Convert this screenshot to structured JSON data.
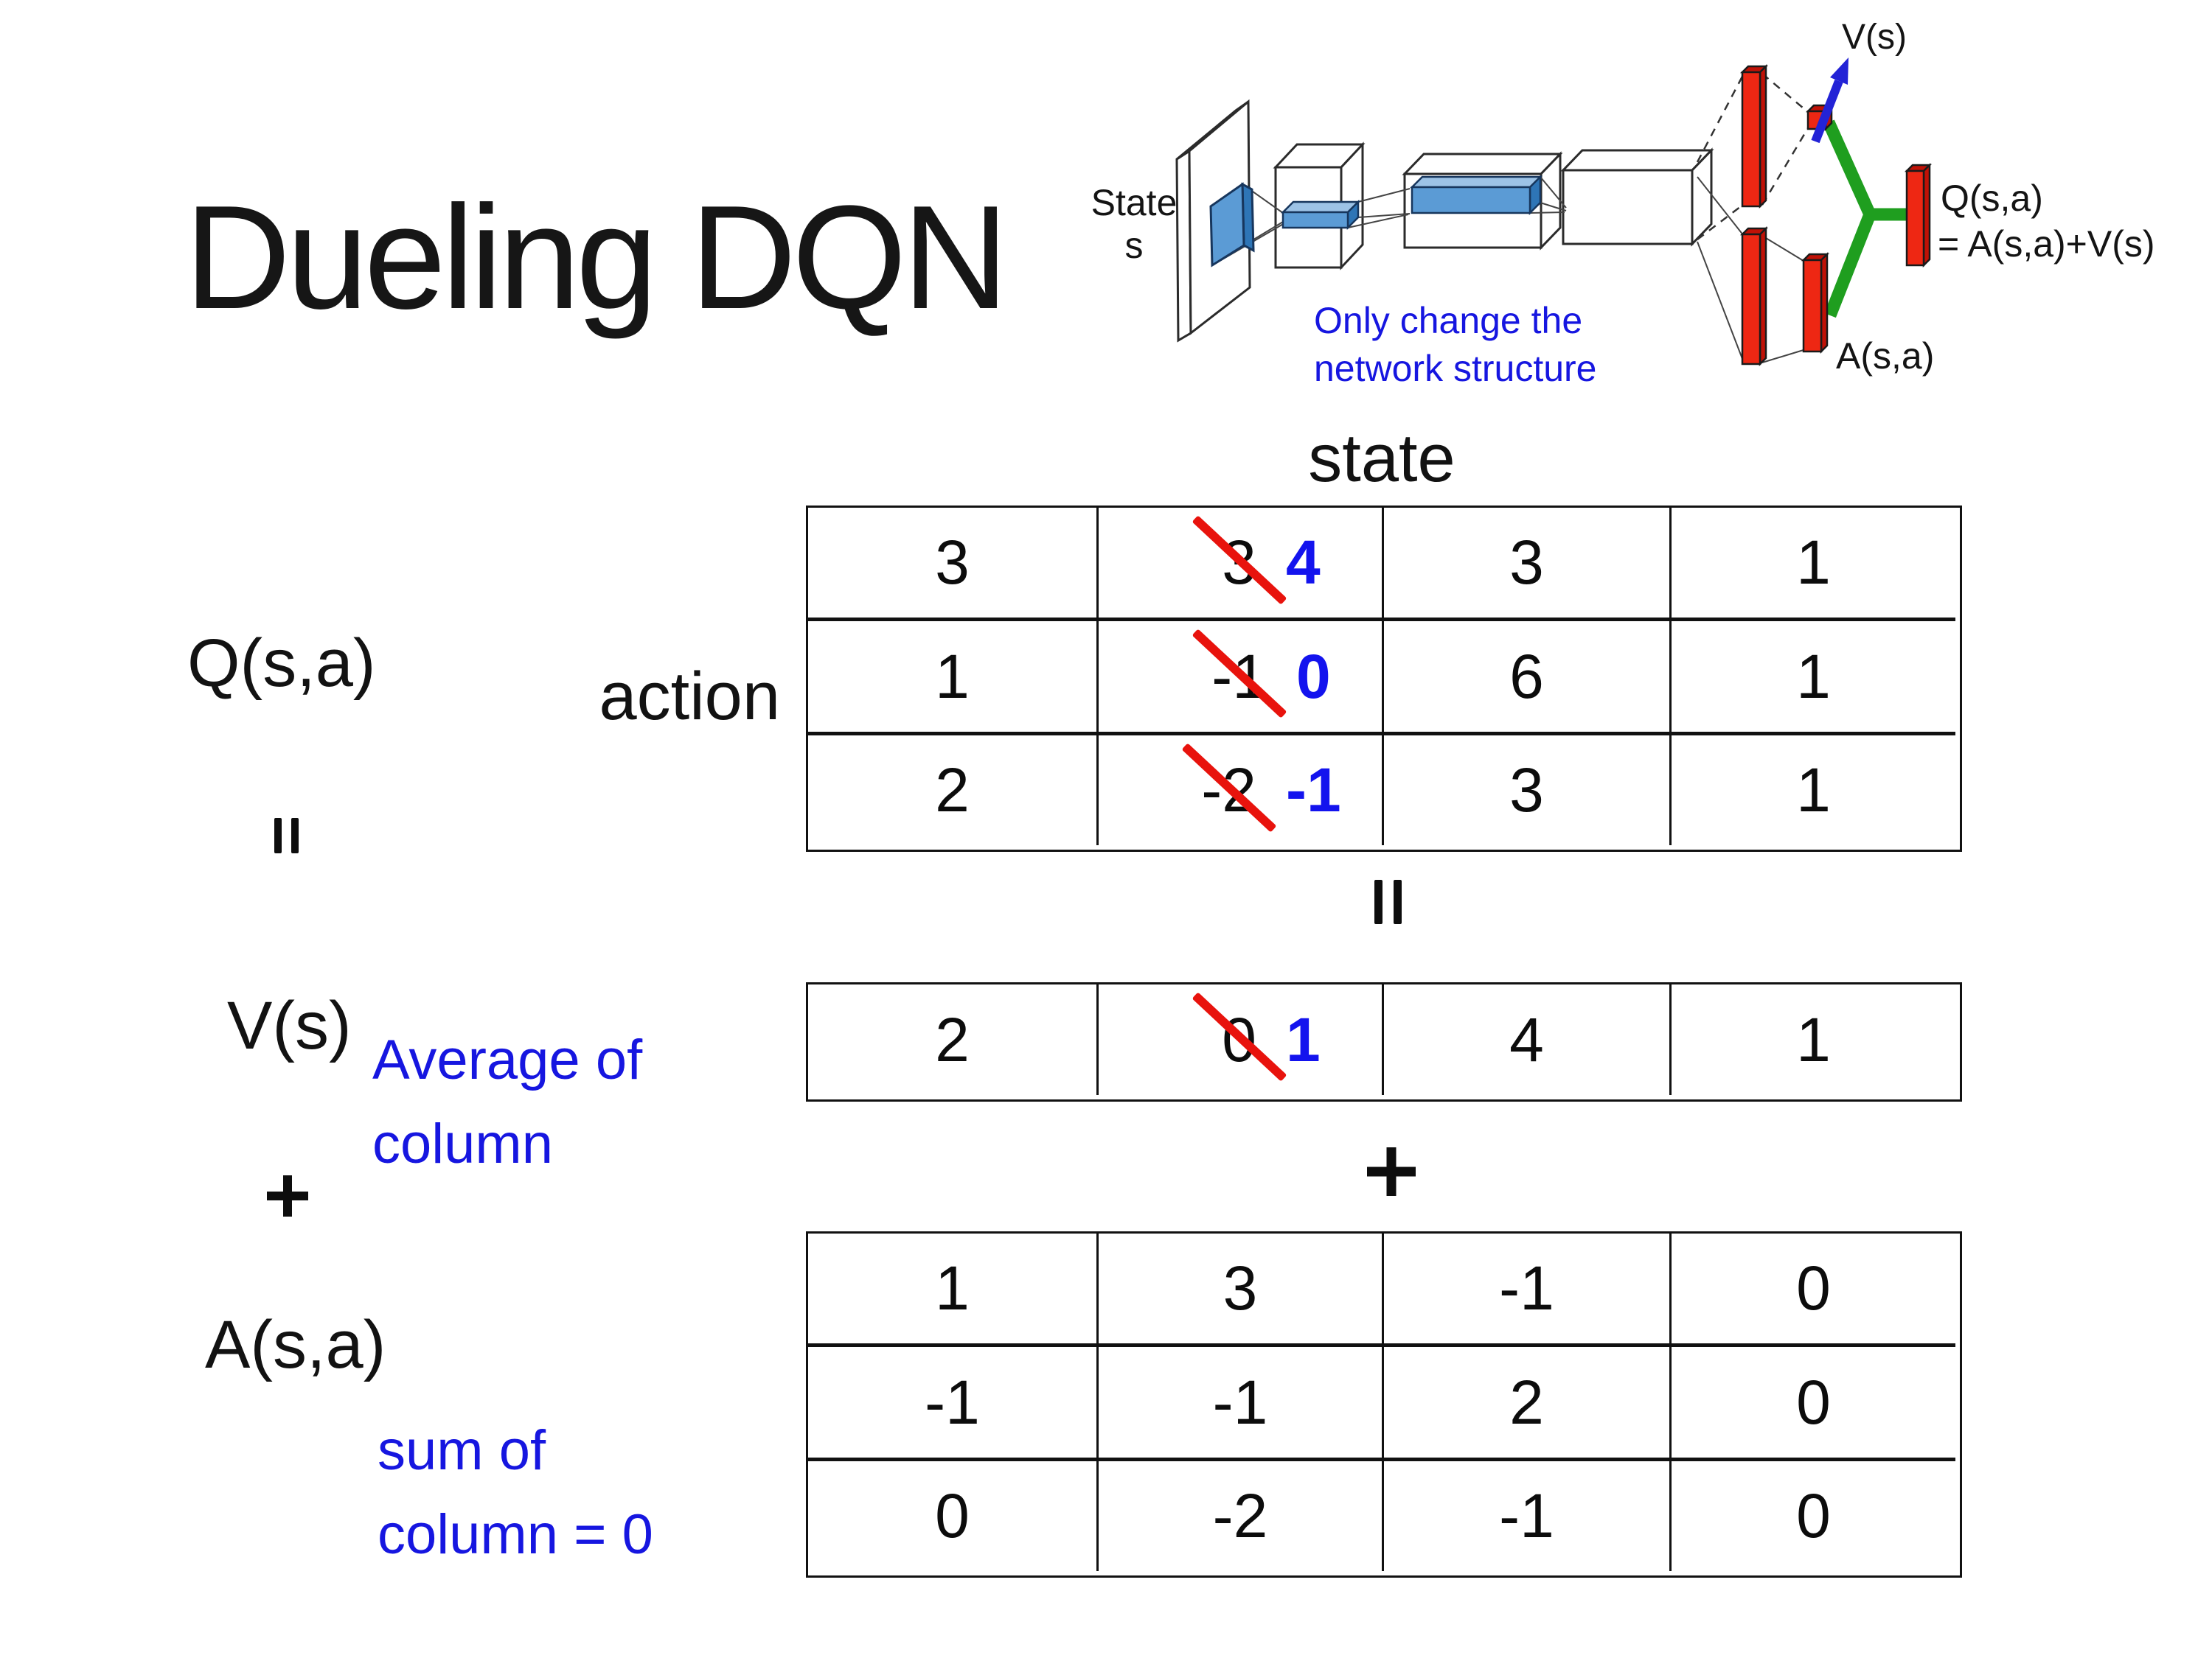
{
  "title": "Dueling DQN",
  "colors": {
    "accent_blue": "#1616e0",
    "strike_red": "#e8130d",
    "bar_red": "#ee2713",
    "bar_blue": "#5b9bd5",
    "link_green": "#1f9e1f"
  },
  "diagram": {
    "state_label_line1": "State",
    "state_label_line2": "s",
    "v_out_label": "V(s)",
    "q_out_label": "Q(s,a)",
    "q_out_formula": "= A(s,a)+V(s)",
    "a_out_label": "A(s,a)",
    "note_line1": "Only change the",
    "note_line2": "network structure"
  },
  "matrix": {
    "state_header": "state",
    "action_header": "action",
    "q_label": "Q(s,a)",
    "v_label": "V(s)",
    "a_label": "A(s,a)",
    "equals_symbol": "=",
    "plus_symbol": "+",
    "avg_note_line1": "Average of",
    "avg_note_line2": "column",
    "sum_note_line1": "sum of",
    "sum_note_line2": "column = 0",
    "q_table": {
      "rows": [
        {
          "cells": [
            {
              "value": "3"
            },
            {
              "old": "3",
              "new": "4"
            },
            {
              "value": "3"
            },
            {
              "value": "1"
            }
          ]
        },
        {
          "cells": [
            {
              "value": "1"
            },
            {
              "old": "-1",
              "new": "0"
            },
            {
              "value": "6"
            },
            {
              "value": "1"
            }
          ]
        },
        {
          "cells": [
            {
              "value": "2"
            },
            {
              "old": "-2",
              "new": "-1"
            },
            {
              "value": "3"
            },
            {
              "value": "1"
            }
          ]
        }
      ]
    },
    "v_row": {
      "cells": [
        {
          "value": "2"
        },
        {
          "old": "0",
          "new": "1"
        },
        {
          "value": "4"
        },
        {
          "value": "1"
        }
      ]
    },
    "a_table": {
      "rows": [
        {
          "cells": [
            {
              "value": "1"
            },
            {
              "value": "3"
            },
            {
              "value": "-1"
            },
            {
              "value": "0"
            }
          ]
        },
        {
          "cells": [
            {
              "value": "-1"
            },
            {
              "value": "-1"
            },
            {
              "value": "2"
            },
            {
              "value": "0"
            }
          ]
        },
        {
          "cells": [
            {
              "value": "0"
            },
            {
              "value": "-2"
            },
            {
              "value": "-1"
            },
            {
              "value": "0"
            }
          ]
        }
      ]
    }
  }
}
